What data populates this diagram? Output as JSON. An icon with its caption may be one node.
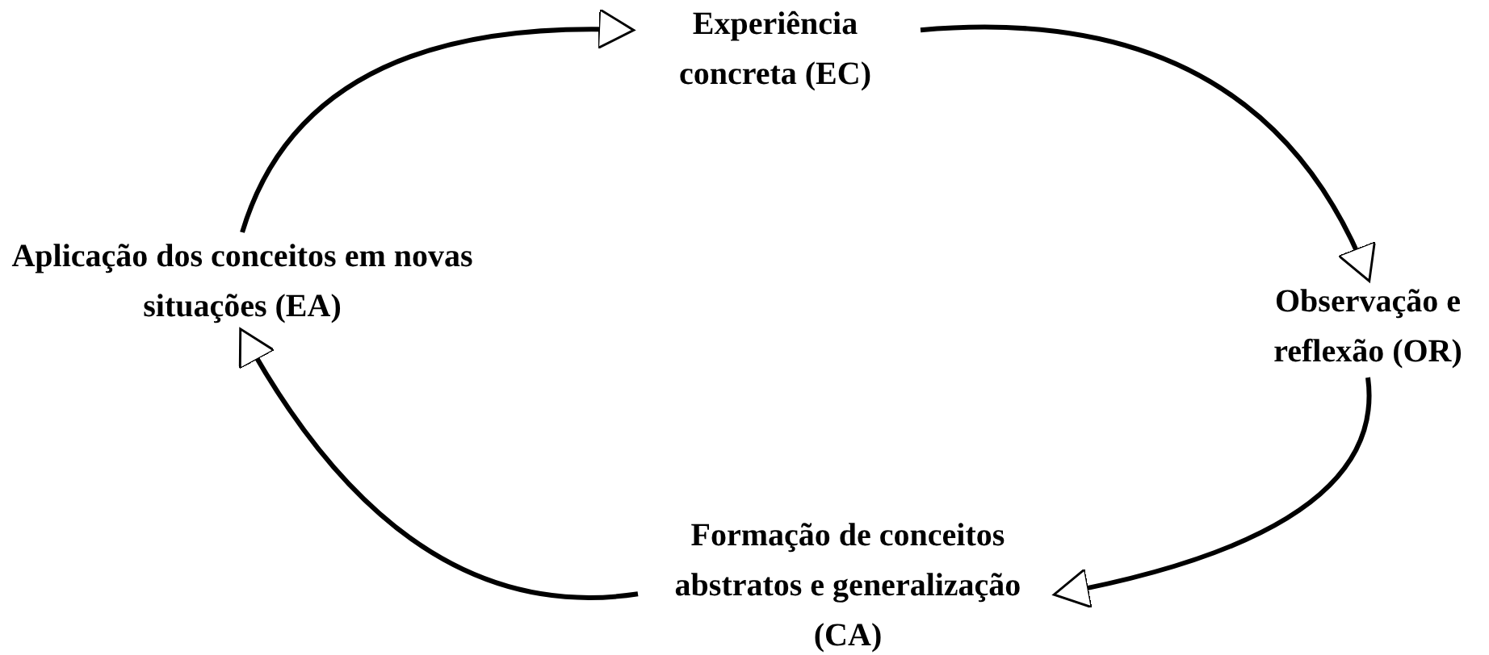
{
  "diagram": {
    "nodes": [
      {
        "text": [
          "Experiência concreta (EC)"
        ]
      },
      {
        "text": [
          "Observação e reflexão (OR)"
        ]
      },
      {
        "text": [
          "Formação de conceitos abstratos e generalização (CA)"
        ]
      },
      {
        "text": [
          "Aplicação dos conceitos em novas situações (EA)"
        ]
      }
    ],
    "edges": [
      {
        "from": 0,
        "to": 1,
        "arrow": "to"
      },
      {
        "from": 1,
        "to": 2,
        "arrow": "to"
      },
      {
        "from": 2,
        "to": 3,
        "arrow": "to"
      },
      {
        "from": 3,
        "to": 0,
        "arrow": "to"
      }
    ]
  }
}
